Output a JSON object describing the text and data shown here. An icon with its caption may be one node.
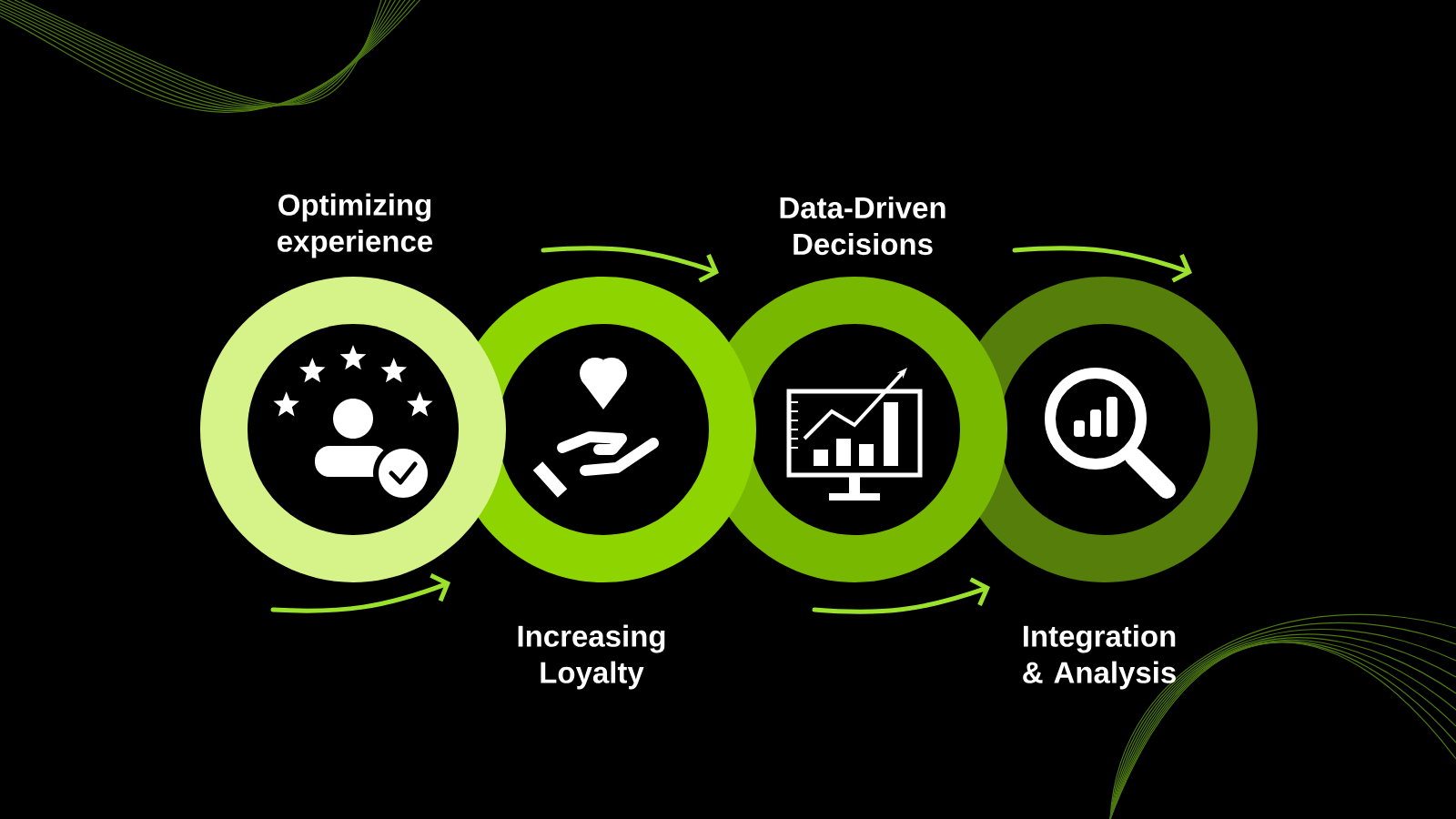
{
  "diagram": {
    "nodes": [
      {
        "text": [
          "Optimizing experience"
        ]
      },
      {
        "text": [
          "Increasing Loyalty"
        ]
      },
      {
        "text": [
          "Data-Driven Decisions"
        ]
      },
      {
        "text": [
          "Integration & Analysis"
        ]
      }
    ]
  }
}
